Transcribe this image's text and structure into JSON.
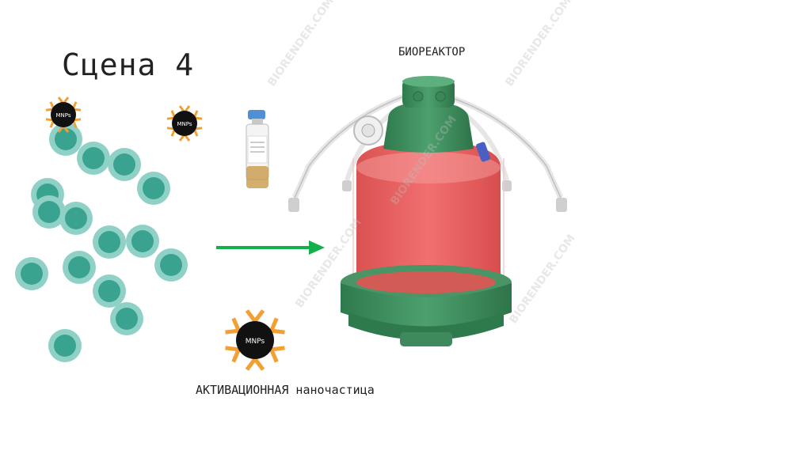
{
  "scene_title": "Сцена 4",
  "bioreactor_label": "БИОРЕАКТОР",
  "nanoparticle_label": "АКТИВАЦИОННАЯ наночастица",
  "mnp_text": "MNPs",
  "watermark_text": "BIORENDER.COM",
  "colors": {
    "cell_outer": "#8fd1c6",
    "cell_inner": "#3aa38f",
    "arrow": "#12b04a",
    "antibody": "#f2a033",
    "reactor_base": "#3f8a5c",
    "reactor_body": "#ec5a5a"
  },
  "icons": [
    "t-cell-icon",
    "mnp-nanoparticle-icon",
    "vial-icon",
    "arrow-right-icon",
    "bioreactor-icon"
  ]
}
